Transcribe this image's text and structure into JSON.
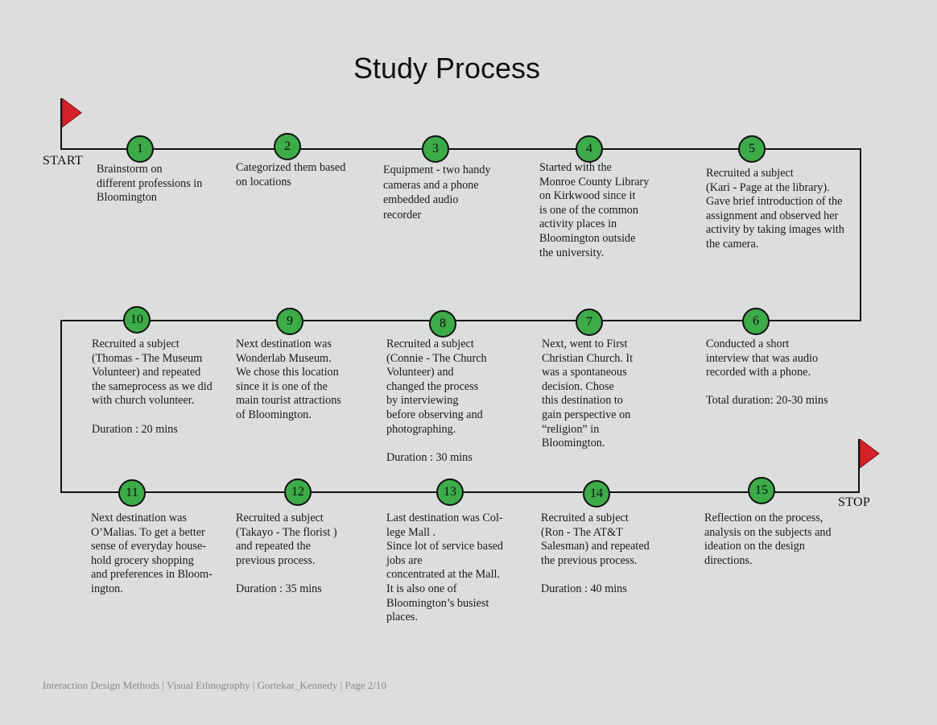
{
  "title": "Study Process",
  "start_label": "START",
  "stop_label": "STOP",
  "steps": [
    {
      "number": "1",
      "text": "Brainstorm on\ndifferent professions in\nBloomington"
    },
    {
      "number": "2",
      "text": "Categorized them based\non locations"
    },
    {
      "number": "3",
      "text": "Equipment - two handy\ncameras and a phone\nembedded audio\nrecorder"
    },
    {
      "number": "4",
      "text": "Started with the\nMonroe County Library\non Kirkwood since it\nis one of the common\nactivity places in\nBloomington outside\nthe university."
    },
    {
      "number": "5",
      "text": "Recruited a subject\n(Kari - Page at the library).\nGave brief introduction of the\nassignment and observed her\nactivity by taking images with\nthe camera."
    },
    {
      "number": "6",
      "text": "Conducted a short\ninterview that was audio\nrecorded with a phone.\n\nTotal duration: 20-30 mins"
    },
    {
      "number": "7",
      "text": "Next, went to First\nChristian Church. It\nwas a spontaneous\ndecision. Chose\nthis destination to\ngain perspective on\n“religion” in\nBloomington."
    },
    {
      "number": "8",
      "text": "Recruited a  subject\n(Connie - The Church\nVolunteer) and\nchanged the process\nby interviewing\nbefore observing and\nphotographing.\n\nDuration : 30 mins"
    },
    {
      "number": "9",
      "text": "Next destination was\nWonderlab Museum.\nWe chose this location\nsince it is one of the\nmain tourist attractions\nof Bloomington."
    },
    {
      "number": "10",
      "text": "Recruited a subject\n(Thomas - The Museum\nVolunteer) and repeated\nthe sameprocess as we did\nwith church volunteer.\n\nDuration : 20 mins"
    },
    {
      "number": "11",
      "text": "Next destination was\nO’Malias. To get a better\nsense of everyday house-\nhold grocery shopping\nand preferences in Bloom-\nington."
    },
    {
      "number": "12",
      "text": "Recruited a subject\n(Takayo - The florist )\nand repeated the\nprevious process.\n\nDuration : 35 mins"
    },
    {
      "number": "13",
      "text": "Last destination was Col-\nlege Mall .\nSince lot of service based\njobs are\nconcentrated at the Mall.\nIt is also one of\nBloomington’s busiest\nplaces."
    },
    {
      "number": "14",
      "text": "Recruited a subject\n(Ron - The AT&T\nSalesman) and repeated\nthe previous process.\n\nDuration : 40 mins"
    },
    {
      "number": "15",
      "text": "Reflection on the process,\nanalysis on the subjects and\nideation on the design\ndirections."
    }
  ],
  "footer": "Interaction Design Methods | Visual Ethnography | Gortekar_Kennedy | Page 2/10",
  "colors": {
    "circle": "#3cab48",
    "flag": "#d42027",
    "background": "#dcdddd"
  }
}
